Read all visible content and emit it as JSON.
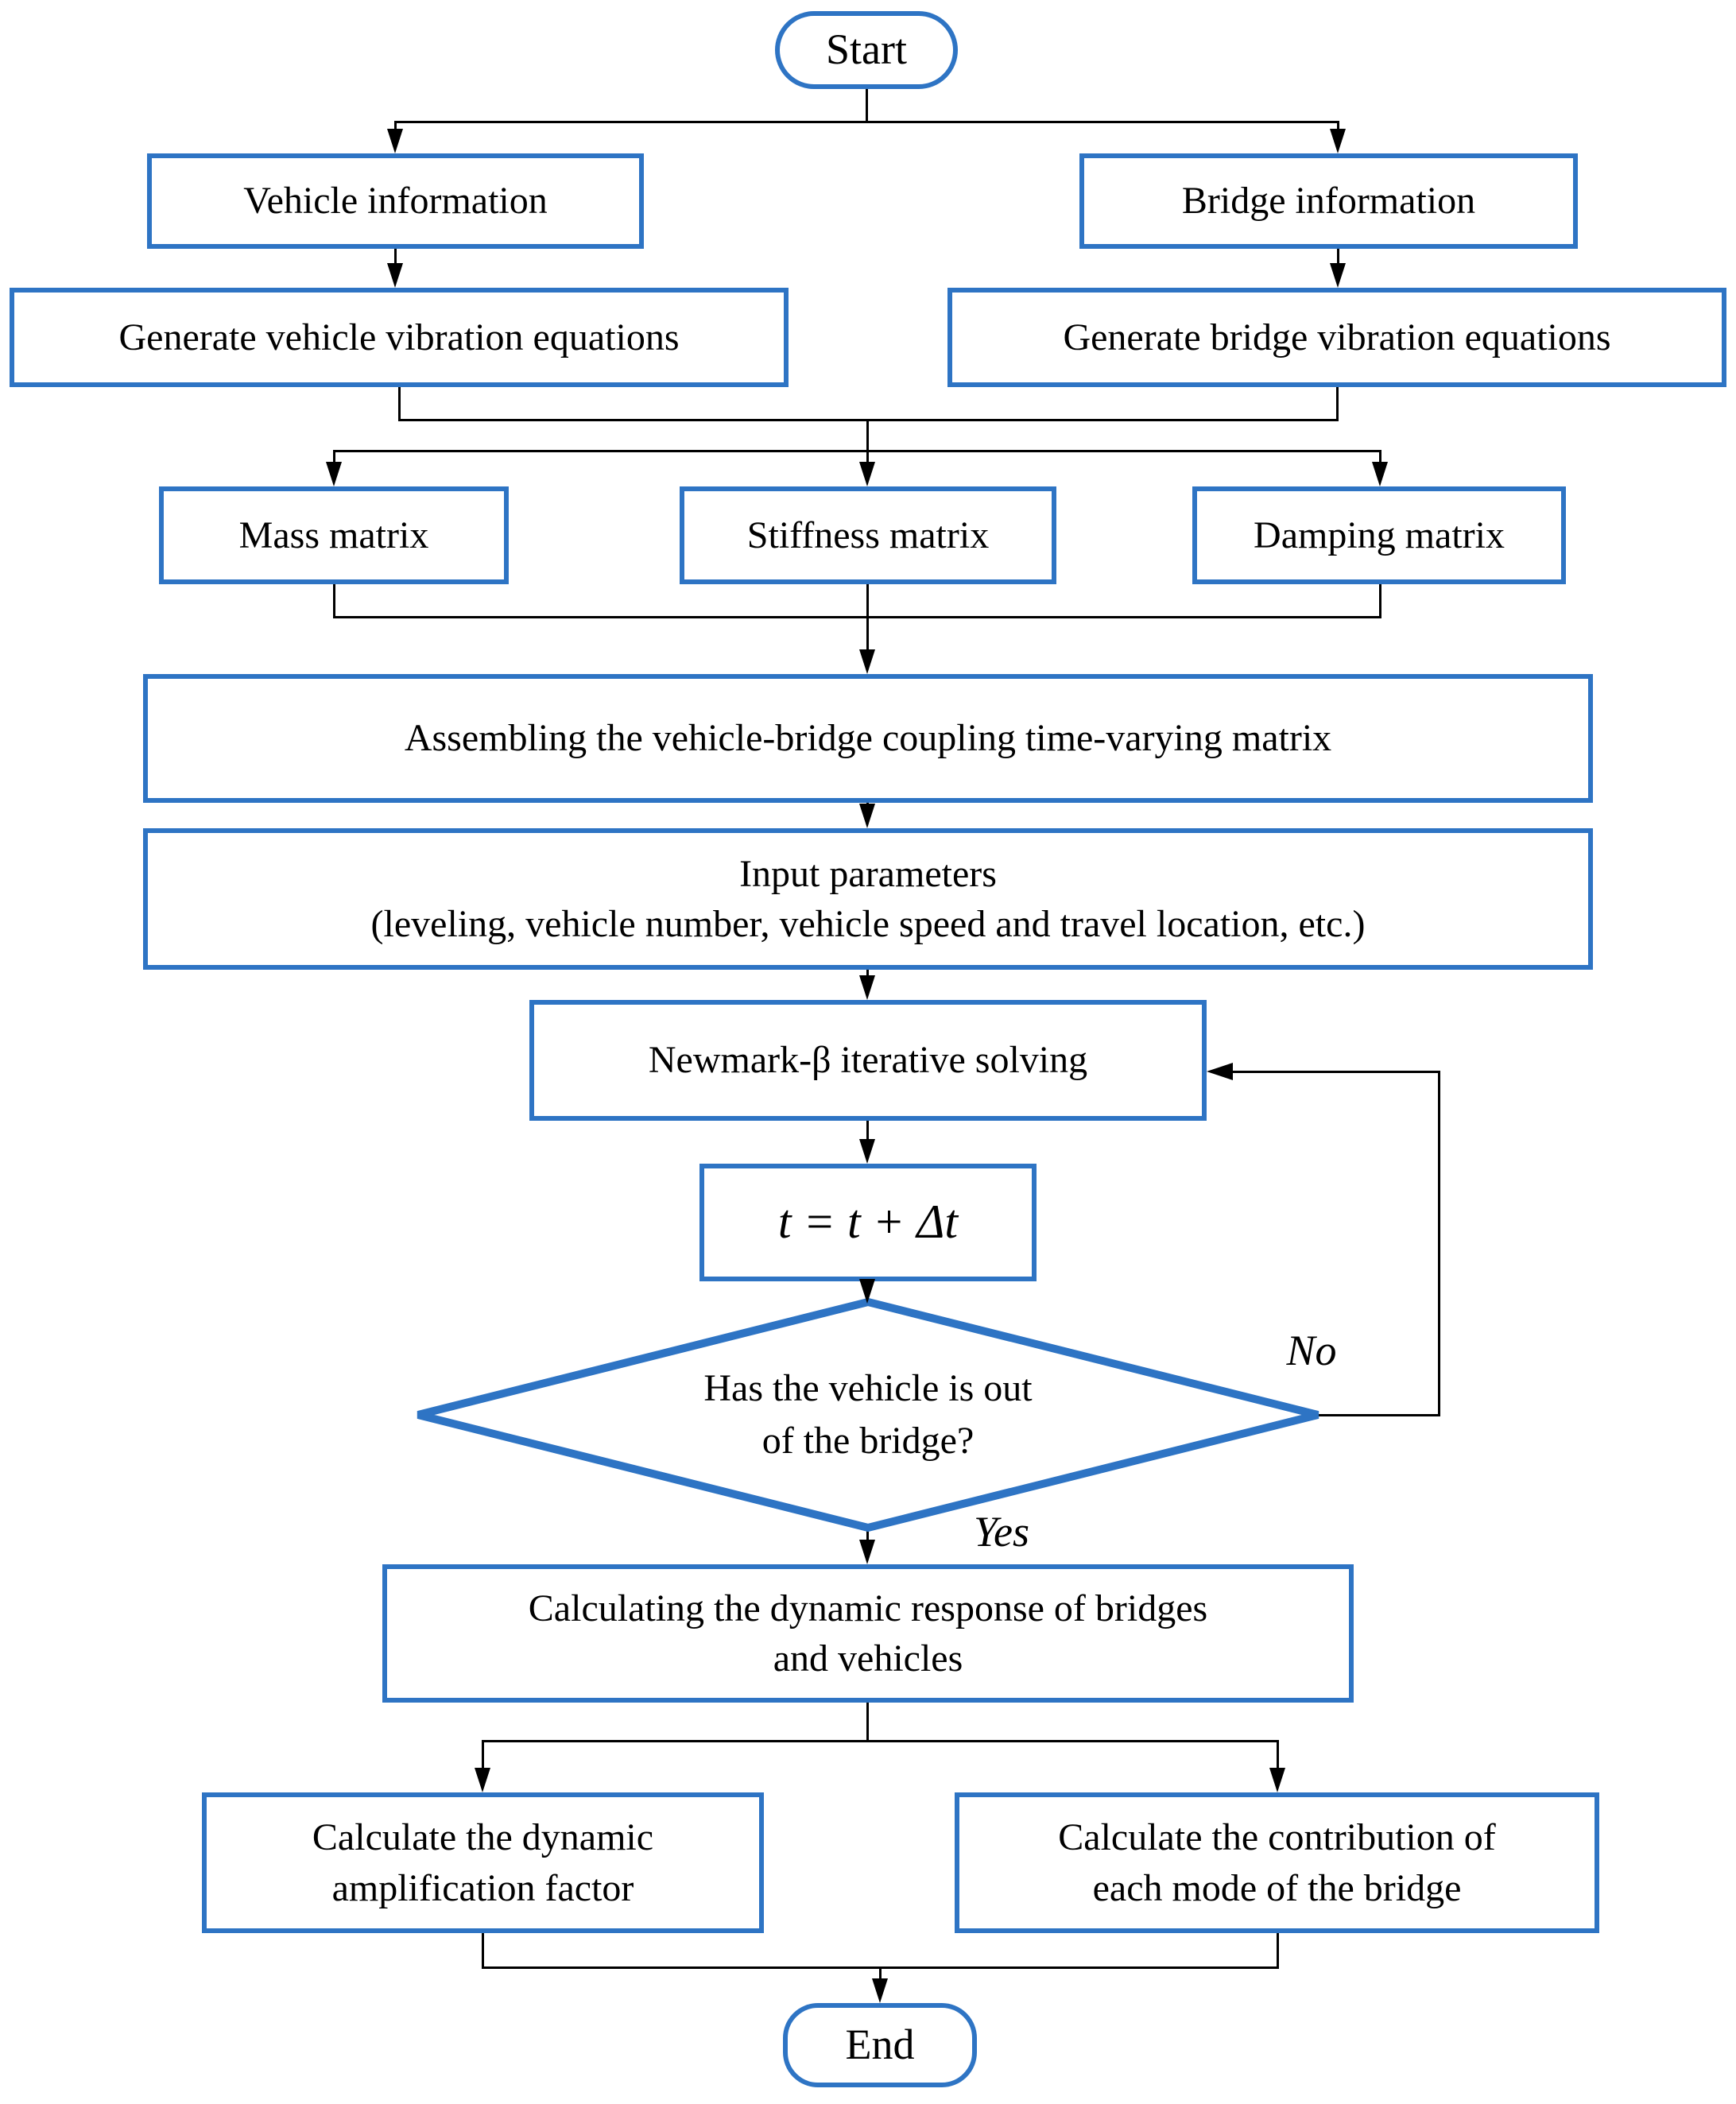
{
  "title": "Vehicle-bridge coupling analysis flowchart",
  "colors": {
    "accent": "#2e74c4",
    "line": "#000000",
    "text": "#000000",
    "background": "#ffffff"
  },
  "nodes": {
    "start": {
      "label": "Start",
      "type": "terminator"
    },
    "vehicle": {
      "label": "Vehicle information",
      "type": "process"
    },
    "bridge": {
      "label": "Bridge information",
      "type": "process"
    },
    "gen_vehicle": {
      "label": "Generate vehicle vibration equations",
      "type": "process"
    },
    "gen_bridge": {
      "label": "Generate bridge vibration equations",
      "type": "process"
    },
    "mass": {
      "label": "Mass matrix",
      "type": "process"
    },
    "stiffness": {
      "label": "Stiffness matrix",
      "type": "process"
    },
    "damping": {
      "label": "Damping matrix",
      "type": "process"
    },
    "assembling": {
      "label": "Assembling the vehicle-bridge coupling time-varying matrix",
      "type": "process"
    },
    "input_params": {
      "label": "Input parameters\n(leveling, vehicle number, vehicle speed and travel location, etc.)",
      "type": "process"
    },
    "newmark": {
      "label": "Newmark-β  iterative solving",
      "type": "process"
    },
    "t_update": {
      "label": "t = t + Δt",
      "type": "process"
    },
    "decision": {
      "label": "Has the vehicle is out\nof the bridge?",
      "type": "decision"
    },
    "calculating": {
      "label": "Calculating the dynamic response of bridges\nand vehicles",
      "type": "process"
    },
    "calc_daf": {
      "label": "Calculate the dynamic\namplification factor",
      "type": "process"
    },
    "calc_contrib": {
      "label": "Calculate the contribution of\neach mode of the bridge",
      "type": "process"
    },
    "end": {
      "label": "End",
      "type": "terminator"
    }
  },
  "edges": {
    "no_label": "No",
    "yes_label": "Yes"
  }
}
